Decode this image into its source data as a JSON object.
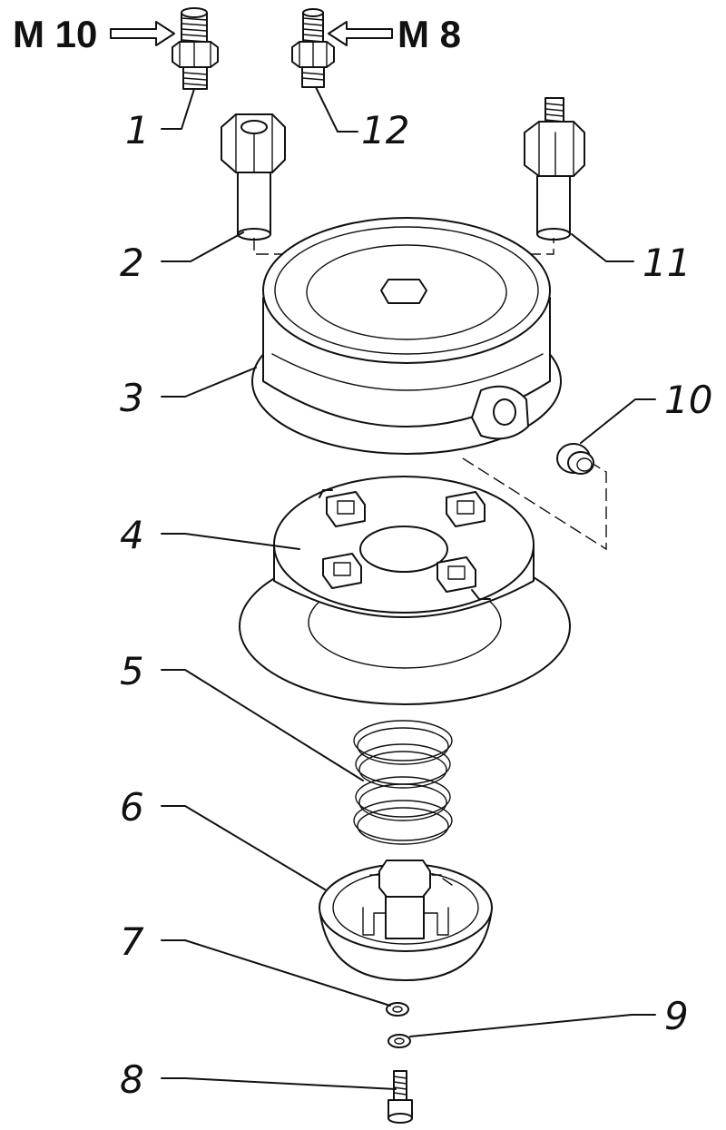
{
  "thread_labels": {
    "left": "M 10",
    "right": "M 8"
  },
  "callouts": [
    "1",
    "2",
    "3",
    "4",
    "5",
    "6",
    "7",
    "8",
    "9",
    "10",
    "11",
    "12"
  ]
}
